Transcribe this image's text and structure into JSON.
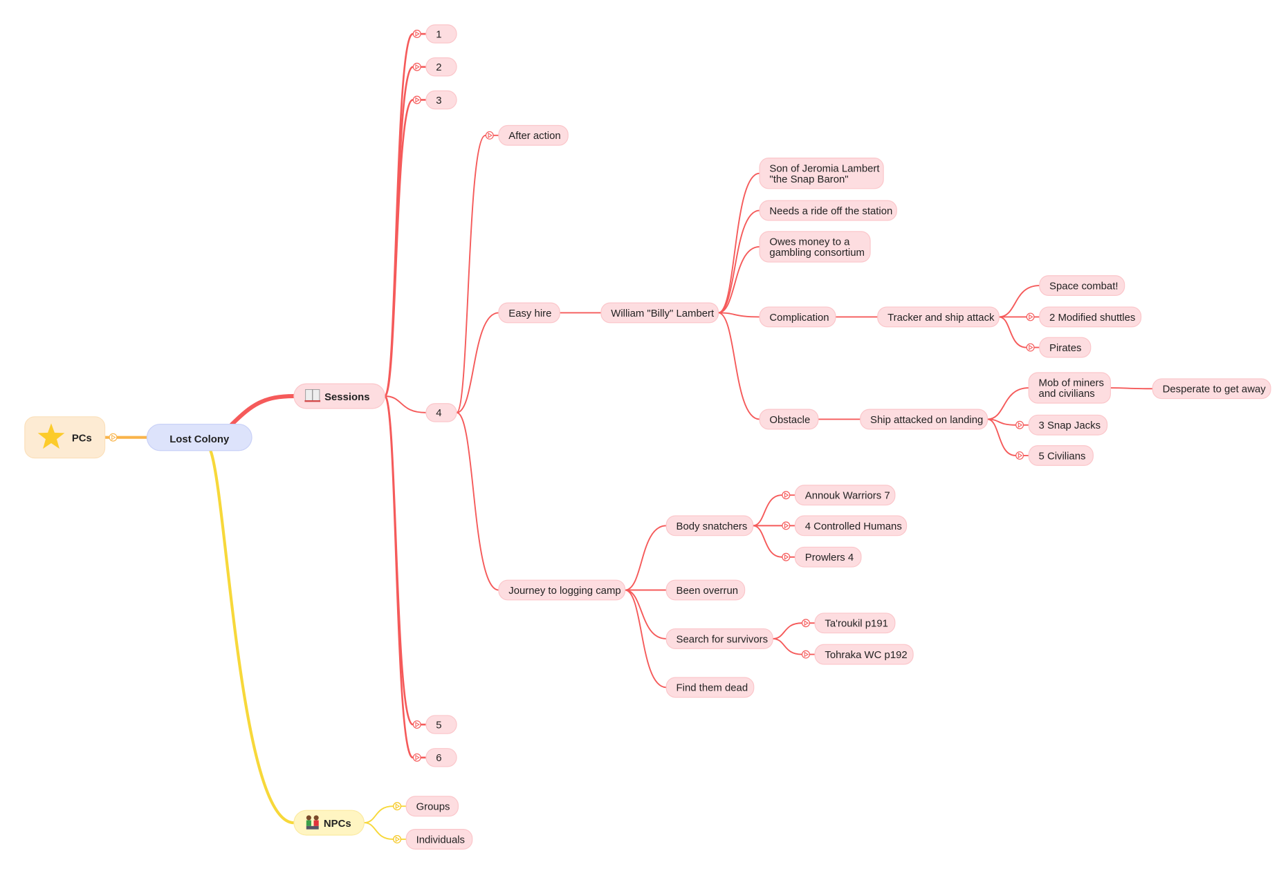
{
  "title": "Lost Colony",
  "colors": {
    "branch_red": "#f55a5a",
    "node_red": "#fddde0",
    "node_red_border": "#fbc6ca",
    "root": "#dde3fb",
    "pcs": "#fdebd3",
    "pcs_line": "#f9b44a",
    "npcs": "#fff5c2",
    "npcs_line": "#f7d83a"
  },
  "nodes": {
    "root": {
      "lines": [
        "Lost Colony"
      ]
    },
    "pcs": {
      "lines": [
        "PCs"
      ],
      "icon": "star-icon"
    },
    "sessions": {
      "lines": [
        "Sessions"
      ],
      "icon": "book-icon"
    },
    "npcs": {
      "lines": [
        "NPCs"
      ],
      "icon": "people-icon"
    },
    "s1": {
      "lines": [
        "1"
      ]
    },
    "s2": {
      "lines": [
        "2"
      ]
    },
    "s3": {
      "lines": [
        "3"
      ]
    },
    "s4": {
      "lines": [
        "4"
      ]
    },
    "s5": {
      "lines": [
        "5"
      ]
    },
    "s6": {
      "lines": [
        "6"
      ]
    },
    "after": {
      "lines": [
        "After action"
      ]
    },
    "easy": {
      "lines": [
        "Easy hire"
      ]
    },
    "journey": {
      "lines": [
        "Journey to logging camp"
      ]
    },
    "billy": {
      "lines": [
        "William \"Billy\" Lambert"
      ]
    },
    "son": {
      "lines": [
        "Son of Jeromia Lambert",
        "\"the Snap Baron\""
      ]
    },
    "ride": {
      "lines": [
        "Needs a ride off the station"
      ]
    },
    "owes": {
      "lines": [
        "Owes money to a",
        "gambling consortium"
      ]
    },
    "comp": {
      "lines": [
        "Complication"
      ]
    },
    "obst": {
      "lines": [
        "Obstacle"
      ]
    },
    "tracker": {
      "lines": [
        "Tracker and ship attack"
      ]
    },
    "space": {
      "lines": [
        "Space combat!"
      ]
    },
    "shuttles": {
      "lines": [
        "2 Modified shuttles"
      ]
    },
    "pirates": {
      "lines": [
        "Pirates"
      ]
    },
    "landing": {
      "lines": [
        "Ship attacked on landing"
      ]
    },
    "mob": {
      "lines": [
        "Mob of miners",
        "and civilians"
      ]
    },
    "desperate": {
      "lines": [
        "Desperate to get away"
      ]
    },
    "snap": {
      "lines": [
        "3 Snap Jacks"
      ]
    },
    "civ": {
      "lines": [
        "5 Civilians"
      ]
    },
    "body": {
      "lines": [
        "Body snatchers"
      ]
    },
    "annouk": {
      "lines": [
        "Annouk Warriors 7"
      ]
    },
    "controlled": {
      "lines": [
        "4 Controlled Humans"
      ]
    },
    "prowlers": {
      "lines": [
        "Prowlers 4"
      ]
    },
    "overrun": {
      "lines": [
        "Been overrun"
      ]
    },
    "search": {
      "lines": [
        "Search for survivors"
      ]
    },
    "taroukil": {
      "lines": [
        "Ta'roukil p191"
      ]
    },
    "tohraka": {
      "lines": [
        "Tohraka WC p192"
      ]
    },
    "dead": {
      "lines": [
        "Find them dead"
      ]
    },
    "groups": {
      "lines": [
        "Groups"
      ]
    },
    "individuals": {
      "lines": [
        "Individuals"
      ]
    }
  }
}
